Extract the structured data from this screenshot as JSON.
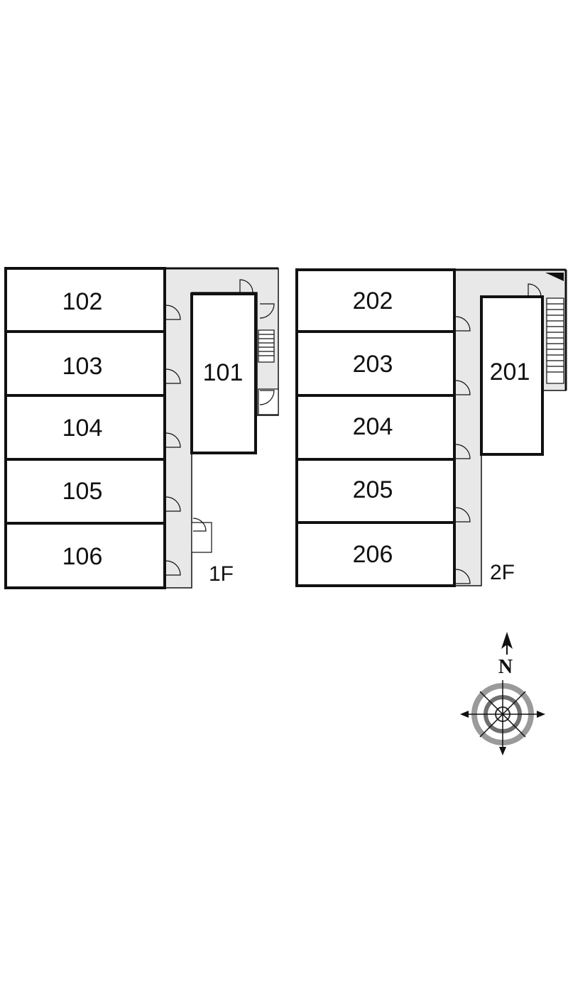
{
  "floors": [
    {
      "label": "1F",
      "rooms": [
        {
          "id": "r102",
          "label": "102"
        },
        {
          "id": "r103",
          "label": "103"
        },
        {
          "id": "r104",
          "label": "104"
        },
        {
          "id": "r105",
          "label": "105"
        },
        {
          "id": "r106",
          "label": "106"
        },
        {
          "id": "r101",
          "label": "101"
        }
      ]
    },
    {
      "label": "2F",
      "rooms": [
        {
          "id": "r202",
          "label": "202"
        },
        {
          "id": "r203",
          "label": "203"
        },
        {
          "id": "r204",
          "label": "204"
        },
        {
          "id": "r205",
          "label": "205"
        },
        {
          "id": "r206",
          "label": "206"
        },
        {
          "id": "r201",
          "label": "201"
        }
      ]
    }
  ],
  "compass": {
    "north_label": "N"
  },
  "colors": {
    "wall": "#111111",
    "corridor": "#e8e8e8",
    "compass_ring": "#9a9a9a"
  }
}
